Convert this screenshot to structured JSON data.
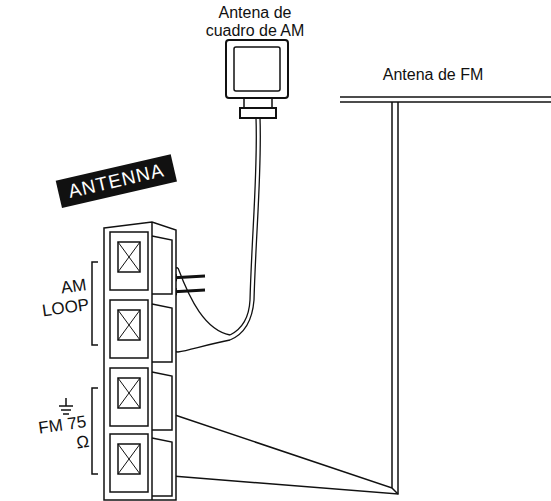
{
  "diagram": {
    "nodes": [
      {
        "text": [
          "ANTENNA"
        ]
      }
    ],
    "labels": [
      "Antena de cuadro de AM",
      "Antena de FM",
      "AM LOOP",
      "FM 75 Ω"
    ]
  }
}
